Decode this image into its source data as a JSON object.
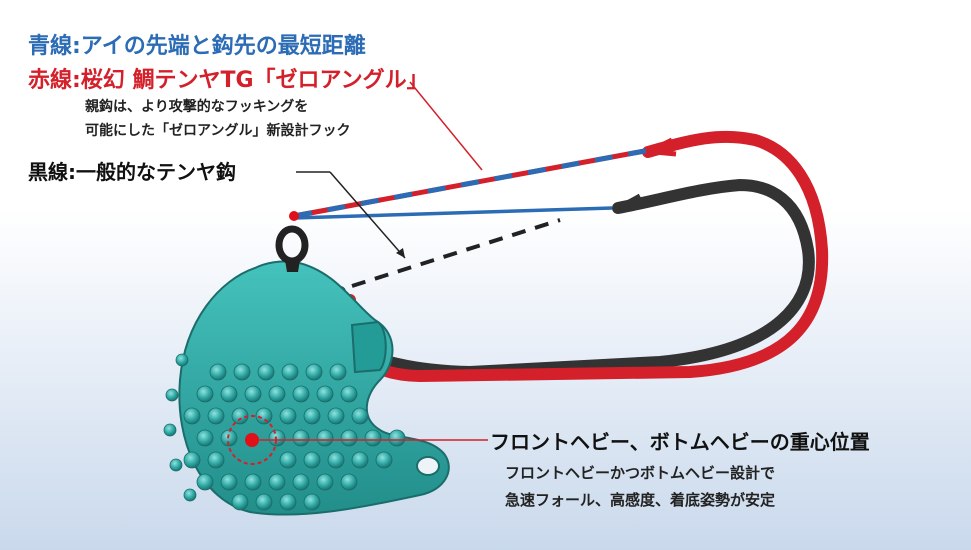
{
  "labels": {
    "blue_line": "青線:アイの先端と鈎先の最短距離",
    "red_line": "赤線:桜幻 鯛テンヤTG「ゼロアングル」",
    "red_note_1": "親鈎は、より攻撃的なフッキングを",
    "red_note_2": "可能にした「ゼロアングル」新設計フック",
    "black_line": "黒線:一般的なテンヤ鈎",
    "cg_title": "フロントヘビー、ボトムヘビーの重心位置",
    "cg_desc_1": "フロントヘビーかつボトムヘビー設計で",
    "cg_desc_2": "急速フォール、高感度、着底姿勢が安定"
  },
  "colors": {
    "blue": "#2b6cb5",
    "red": "#d4202a",
    "black": "#111111",
    "sinker": "#2fa8a4"
  }
}
